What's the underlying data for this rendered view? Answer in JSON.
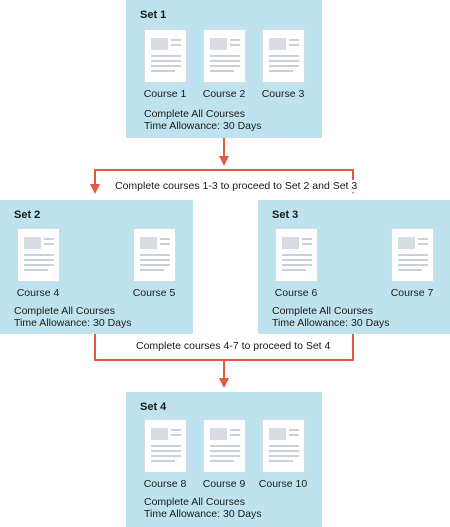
{
  "sets": [
    {
      "title": "Set 1",
      "courses": [
        "Course 1",
        "Course 2",
        "Course 3"
      ],
      "completion": "Complete All Courses",
      "time_allowance": "Time Allowance: 30 Days"
    },
    {
      "title": "Set 2",
      "courses": [
        "Course 4",
        "Course 5"
      ],
      "completion": "Complete All Courses",
      "time_allowance": "Time Allowance: 30 Days"
    },
    {
      "title": "Set 3",
      "courses": [
        "Course 6",
        "Course 7"
      ],
      "completion": "Complete All Courses",
      "time_allowance": "Time Allowance: 30 Days"
    },
    {
      "title": "Set 4",
      "courses": [
        "Course 8",
        "Course 9",
        "Course 10"
      ],
      "completion": "Complete All Courses",
      "time_allowance": "Time Allowance: 30 Days"
    }
  ],
  "flows": [
    "Complete courses 1-3 to proceed to Set 2 and Set 3",
    "Complete courses 4-7 to proceed to Set 4"
  ],
  "colors": {
    "set_background": "#bfe3ee",
    "arrow": "#e05a44",
    "document": "#ffffff"
  },
  "icons": {
    "course": "document-icon"
  }
}
